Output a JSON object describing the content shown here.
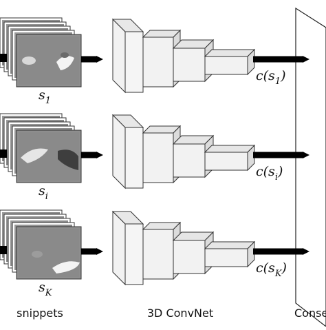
{
  "rows": [
    {
      "snippet_label": "s",
      "snippet_sub": "1",
      "feature_label": "c(s",
      "feature_sub": "1",
      "feature_close": ")"
    },
    {
      "snippet_label": "s",
      "snippet_sub": "i",
      "feature_label": "c(s",
      "feature_sub": "i",
      "feature_close": ")"
    },
    {
      "snippet_label": "s",
      "snippet_sub": "K",
      "feature_label": "c(s",
      "feature_sub": "K",
      "feature_close": ")"
    }
  ],
  "captions": {
    "snippets": "snippets",
    "convnet": "3D ConvNet",
    "consensus": "Conse"
  }
}
